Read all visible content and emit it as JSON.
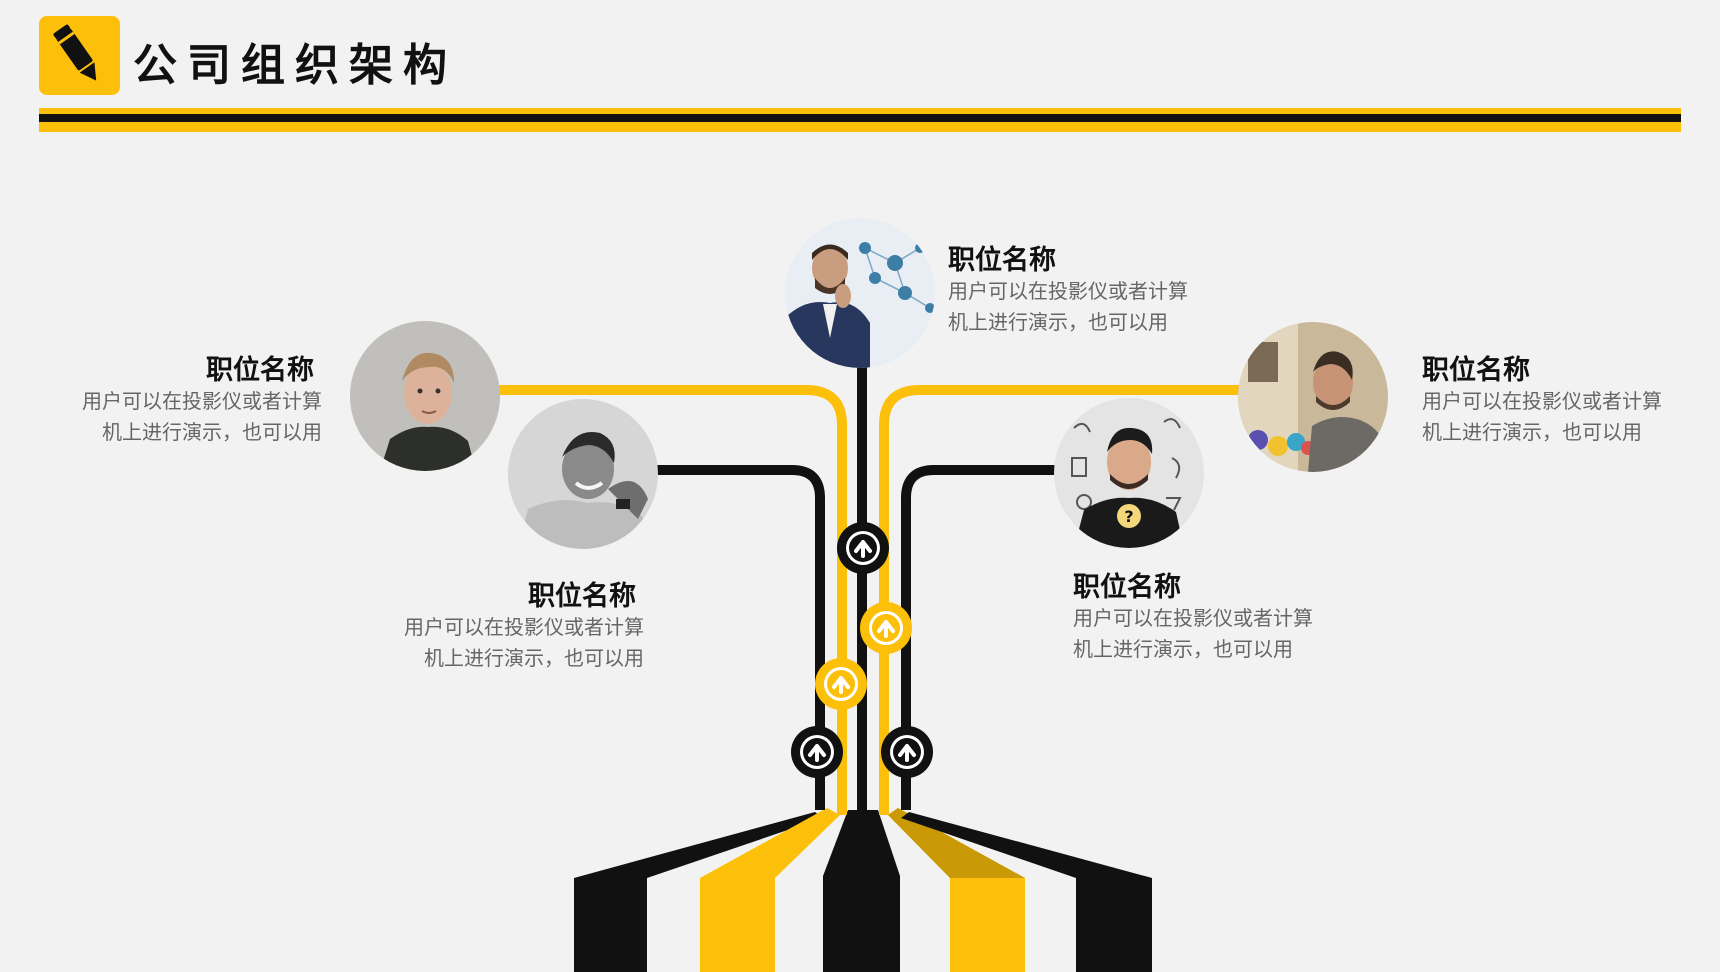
{
  "header": {
    "title": "公司组织架构",
    "logo_icon": "pencil-icon",
    "accent_color": "#fcc00a",
    "dark_color": "#111111"
  },
  "positions": [
    {
      "id": "top",
      "title": "职位名称",
      "description": "用户可以在投影仪或者计算\n机上进行演示，也可以用",
      "photo": "man-thinking-network-photo"
    },
    {
      "id": "left-outer",
      "title": "职位名称",
      "description": "用户可以在投影仪或者计算\n机上进行演示，也可以用",
      "photo": "young-man-portrait-photo"
    },
    {
      "id": "left-inner",
      "title": "职位名称",
      "description": "用户可以在投影仪或者计算\n机上进行演示，也可以用",
      "photo": "smiling-man-portrait-photo"
    },
    {
      "id": "right-inner",
      "title": "职位名称",
      "description": "用户可以在投影仪或者计算\n机上进行演示，也可以用",
      "photo": "man-with-lightbulb-photo"
    },
    {
      "id": "right-outer",
      "title": "职位名称",
      "description": "用户可以在投影仪或者计算\n机上进行演示，也可以用",
      "photo": "man-at-desk-photo"
    }
  ],
  "node_icon": "arrow-up-circle-icon"
}
